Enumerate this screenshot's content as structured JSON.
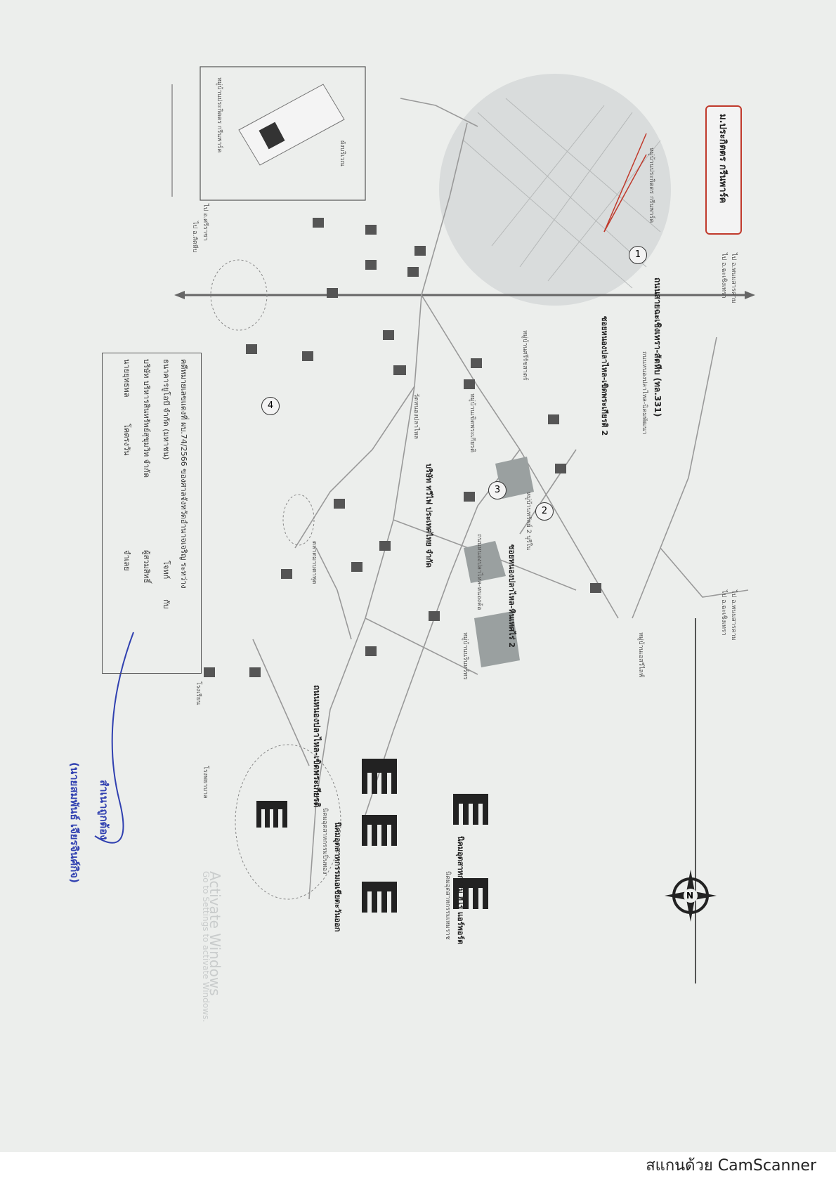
{
  "map": {
    "road_main": "ถนนสายฉะเชิงเทรา-สัตหีบ (ทล.331)",
    "to_top_right_1": "ไป อ.พนมสารคาม",
    "to_top_right_2": "ไป อ.ฉะเชิงเทรา",
    "to_top_mid_1": "ไป อ.พนมสารคาม",
    "to_top_mid_2": "ไป อ.ฉะเชิงเทรา",
    "to_left_1": "ไป อ.ศรีราชา",
    "to_left_2": "ไป อ.สัตหีบ",
    "callout_label": "ม.ประกิตตร กรีนพาร์ค",
    "village_top": "หมู่บ้านประกิตตร กรีนพาร์ค",
    "inset_label": "หมู่บ้านประกิตตร กรีนพาร์ค",
    "inset_title": "ผังบริเวณ",
    "route_highlight_1": "ซอยหนองปลาไหล-เขิดพระเกียรติ 2",
    "route_highlight_2": "ถนนหนองปลาไหล-เขิดพระเกียรติ",
    "route_highlight_3": "ซอยหนองปลาไหล-หินเทศไร่ 2",
    "village_1": "หมู่บ้านศรีรัชสาตร์",
    "village_2": "หมู่บ้านเขิดพระเกียรติ",
    "village_3": "หมู่บ้านทรัพย์ 2 บุรีใน",
    "village_4": "หมู่บ้านเอสวีไลฟ์",
    "village_5": "หมู่บ้านนรินทร์ทร",
    "road_side_1": "ถนนหนองปลาไหล-นิคมพัฒนา",
    "road_side_2": "ถนนหนองปลาไหล-หนองค้อ",
    "factory_1": "บริษัท ทวีไฟ ประเทศไทย จำกัด",
    "estate_1": "นิคมอุตสาหกรรมเอเชียตะวันออก",
    "estate_2": "นิคมอุตสาหกรรมปิ่นทอง",
    "estate_3": "นิคมอุตสาหกรรม ฮีโร่ แอร์พอร์ต",
    "estate_4": "นิคมอุตสาหกรรมเหมราช",
    "temple_1": "วัดหนองปลาไหล",
    "market": "ตลาดมาบตาพุด",
    "school": "โรงเรียน",
    "hospital": "โรงพยาบาล",
    "watermark_1": "Activate Windows",
    "watermark_2": "Go to Settings to activate Windows.",
    "marker_1": "1",
    "marker_2": "2",
    "marker_3": "3",
    "marker_4": "4",
    "compass_letter": "N"
  },
  "info_box": {
    "line_1": "คดีหมายเลขแดงที่ ผบ.74/2566 ของศาลจังหวัดอำนาจเจริญ ระหว่าง",
    "line_2": "ธนาคารยูโอบี จำกัด (มหาชน)",
    "line_2b": "โจทก์",
    "line_2c": "กับ",
    "line_3": "บริษัท บริหารสินทรัพย์สุขุมวิท จำกัด",
    "line_3b": "ผู้สวมสิทธิ์",
    "line_4": "นายยุทธพล",
    "line_4b": "โคตรงวัน",
    "line_4c": "จำเลย"
  },
  "stamp": {
    "certify": "สำเนาถูกต้อง",
    "name": "(นายสมพันธ์ เจียรจินศ์กิจ)"
  },
  "caption": "สแกนด้วย CamScanner",
  "colors": {
    "paper": "#eceeec",
    "callout": "#c0392b",
    "stamp_ink": "#3040b0"
  }
}
